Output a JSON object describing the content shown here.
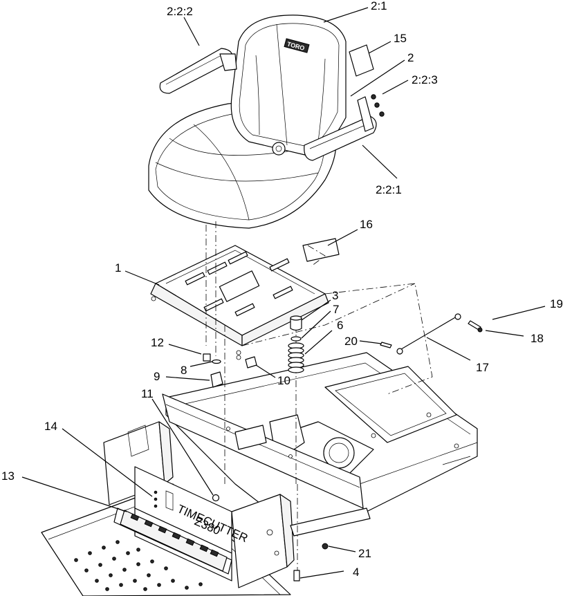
{
  "diagram": {
    "seat_emblem": "TORO",
    "panel_brand": "TIMECUTTER",
    "panel_model": "Z380",
    "callouts": [
      {
        "id": "2:2:2",
        "label": "2:2:2"
      },
      {
        "id": "2:1",
        "label": "2:1"
      },
      {
        "id": "15",
        "label": "15"
      },
      {
        "id": "2",
        "label": "2"
      },
      {
        "id": "2:2:3",
        "label": "2:2:3"
      },
      {
        "id": "2:2:1",
        "label": "2:2:1"
      },
      {
        "id": "16",
        "label": "16"
      },
      {
        "id": "1",
        "label": "1"
      },
      {
        "id": "3",
        "label": "3"
      },
      {
        "id": "7",
        "label": "7"
      },
      {
        "id": "6",
        "label": "6"
      },
      {
        "id": "19",
        "label": "19"
      },
      {
        "id": "18",
        "label": "18"
      },
      {
        "id": "20",
        "label": "20"
      },
      {
        "id": "17",
        "label": "17"
      },
      {
        "id": "12",
        "label": "12"
      },
      {
        "id": "8",
        "label": "8"
      },
      {
        "id": "10",
        "label": "10"
      },
      {
        "id": "9",
        "label": "9"
      },
      {
        "id": "11",
        "label": "11"
      },
      {
        "id": "14",
        "label": "14"
      },
      {
        "id": "13",
        "label": "13"
      },
      {
        "id": "21",
        "label": "21"
      },
      {
        "id": "4",
        "label": "4"
      }
    ]
  }
}
